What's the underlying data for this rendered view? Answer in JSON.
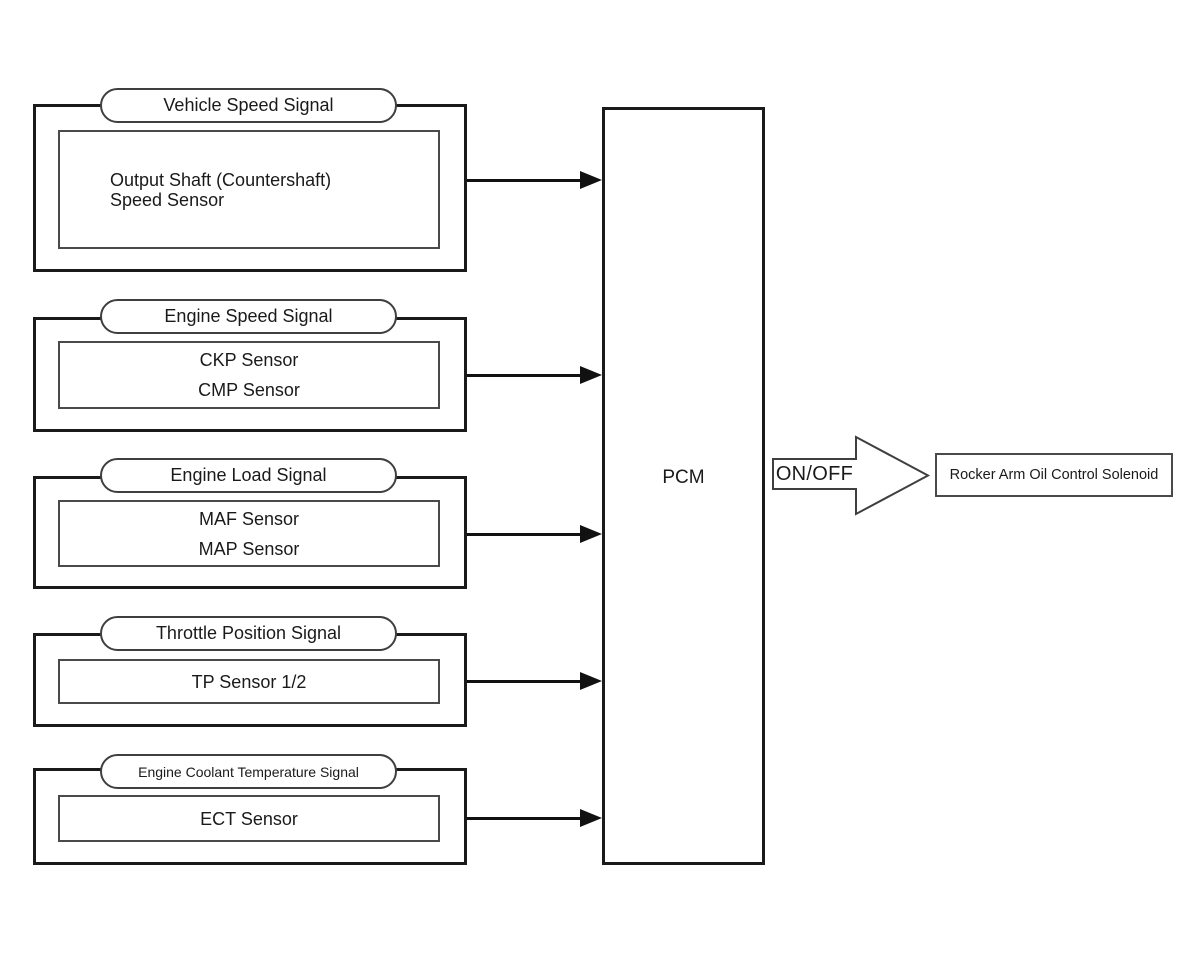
{
  "diagram": {
    "blocks": [
      {
        "label": "Vehicle Speed Signal",
        "sensors": [
          "Output Shaft (Countershaft)\nSpeed Sensor"
        ]
      },
      {
        "label": "Engine Speed Signal",
        "sensors": [
          "CKP Sensor",
          "CMP Sensor"
        ]
      },
      {
        "label": "Engine Load Signal",
        "sensors": [
          "MAF Sensor",
          "MAP Sensor"
        ]
      },
      {
        "label": "Throttle Position Signal",
        "sensors": [
          "TP Sensor 1/2"
        ]
      },
      {
        "label": "Engine Coolant Temperature Signal",
        "sensors": [
          "ECT Sensor"
        ]
      }
    ],
    "controller": {
      "label": "PCM"
    },
    "output": {
      "signal": "ON/OFF",
      "actuator": "Rocker Arm Oil Control Solenoid"
    },
    "colors": {
      "line_strong": "#1a1a1a",
      "line_medium": "#4a4a4a",
      "background": "#ffffff"
    }
  }
}
